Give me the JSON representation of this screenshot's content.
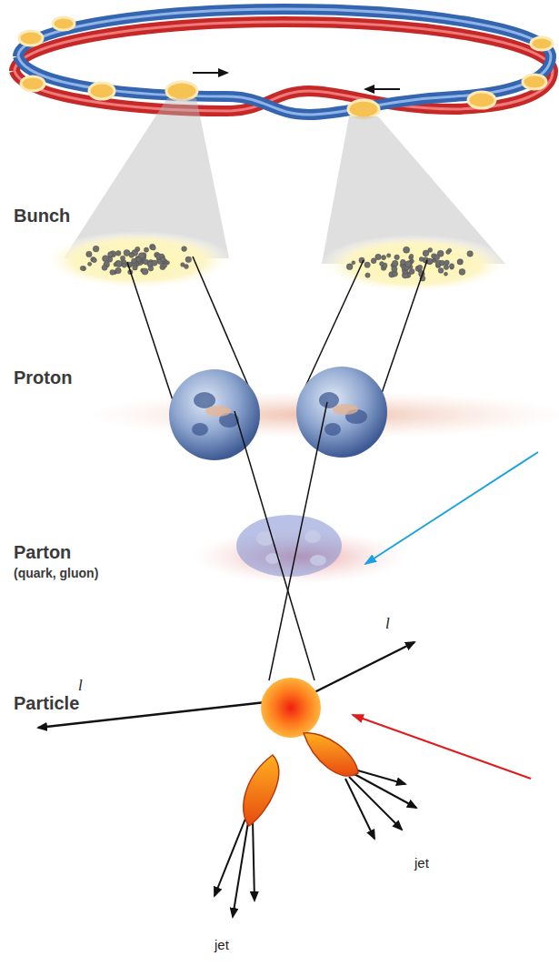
{
  "diagram": {
    "labels": [
      "Bunch",
      "Proton",
      "Parton",
      "(quark, gluon)",
      "l",
      "l",
      "Particle",
      "jet",
      "jet"
    ]
  }
}
